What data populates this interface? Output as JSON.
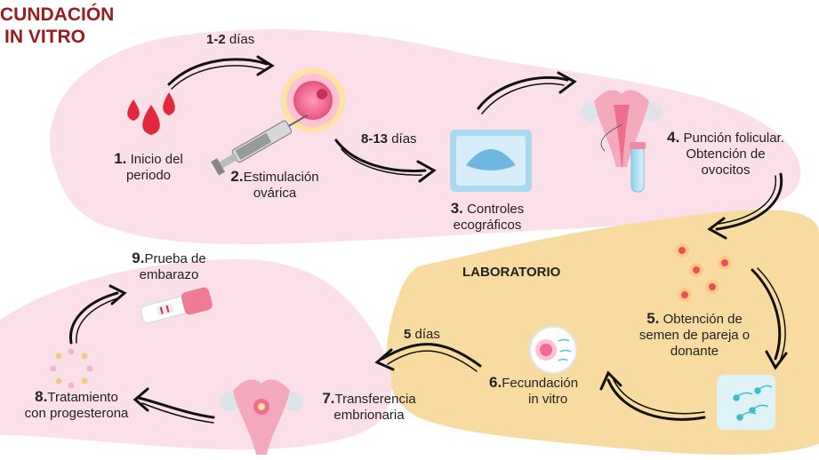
{
  "title": {
    "line1": "CUNDACIÓN",
    "line2": "IN VITRO"
  },
  "lab_label": "LABORATORIO",
  "steps": [
    {
      "num": "1.",
      "line1": "Inicio del",
      "line2": "periodo"
    },
    {
      "num": "2.",
      "line1": "Estimulación",
      "line2": "ovárica"
    },
    {
      "num": "3.",
      "line1": "Controles",
      "line2": "ecográficos"
    },
    {
      "num": "4.",
      "line1": "Punción folicular.",
      "line2": "Obtención de",
      "line3": "ovocitos"
    },
    {
      "num": "5.",
      "line1": "Obtención de",
      "line2": "semen de pareja o",
      "line3": "donante"
    },
    {
      "num": "6.",
      "line1": "Fecundación",
      "line2": "in vitro"
    },
    {
      "num": "7.",
      "line1": "Transferencia",
      "line2": "embrionaria"
    },
    {
      "num": "8.",
      "line1": "Tratamiento",
      "line2": "con progesterona"
    },
    {
      "num": "9.",
      "line1": "Prueba de",
      "line2": "embarazo"
    }
  ],
  "durations": [
    {
      "value": "1-2",
      "unit": "días"
    },
    {
      "value": "8-13",
      "unit": "días"
    },
    {
      "value": "5",
      "unit": "días"
    }
  ],
  "colors": {
    "pink_zone": "#fbe0ea",
    "lab_zone": "#f8dba0",
    "title": "#9b1b1b",
    "blood": "#e5273e"
  }
}
